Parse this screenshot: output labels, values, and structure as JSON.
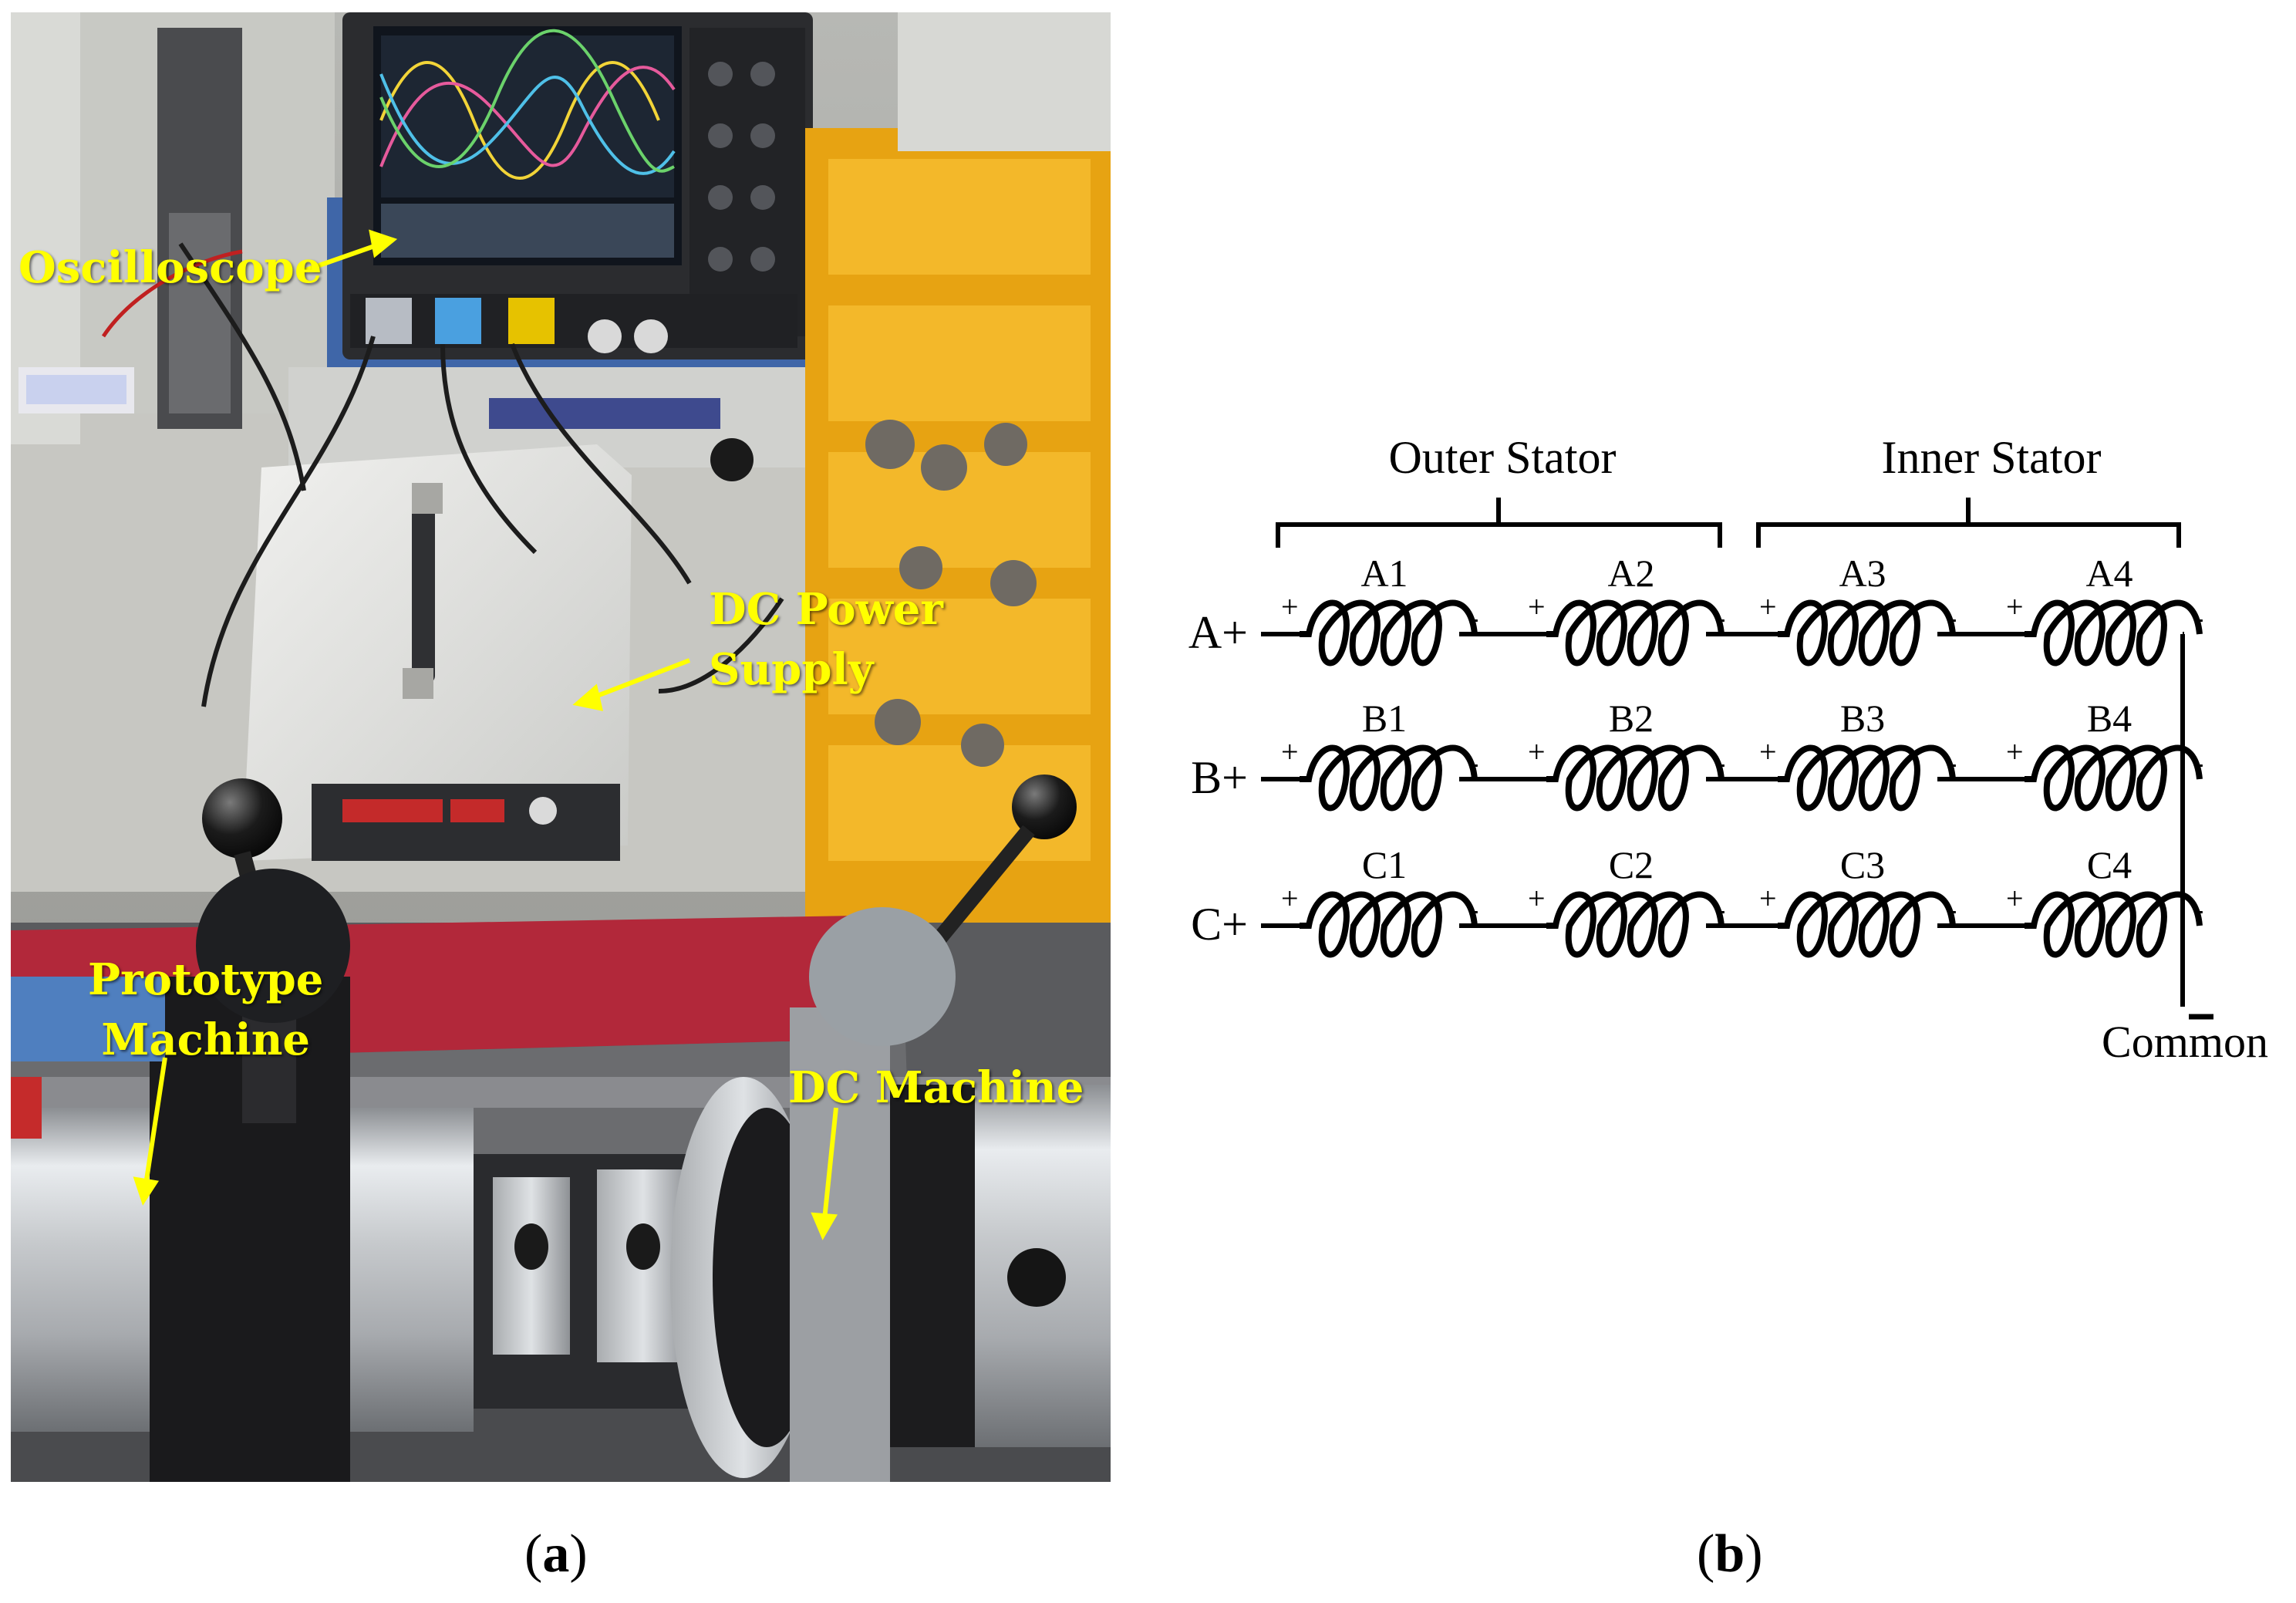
{
  "panel_a": {
    "labels": {
      "oscilloscope": "Oscilloscope",
      "dc_power_supply": "DC Power\nSupply",
      "prototype_machine": "Prototype\nMachine",
      "dc_machine": "DC Machine"
    },
    "letter": "a"
  },
  "panel_b": {
    "letter": "b",
    "group_labels": [
      "Outer Stator",
      "Inner Stator"
    ],
    "phases": [
      {
        "label": "A+",
        "coils": [
          "A1",
          "A2",
          "A3",
          "A4"
        ]
      },
      {
        "label": "B+",
        "coils": [
          "B1",
          "B2",
          "B3",
          "B4"
        ]
      },
      {
        "label": "C+",
        "coils": [
          "C1",
          "C2",
          "C3",
          "C4"
        ]
      }
    ],
    "plus_sign": "+",
    "minus_sign": "-",
    "common_label": "Common"
  },
  "colors": {
    "label_yellow": "#ffff00",
    "ink": "#000000"
  }
}
